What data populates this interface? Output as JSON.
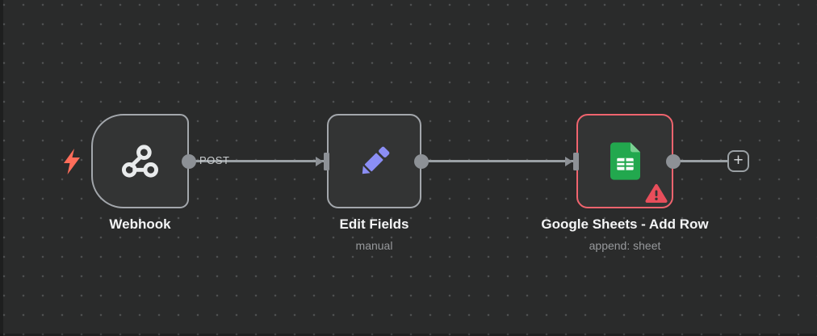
{
  "nodes": [
    {
      "title": "Webhook",
      "subtitle": "",
      "icon": "webhook-icon",
      "shape": "trigger-rounded-left",
      "has_error": false
    },
    {
      "title": "Edit Fields",
      "subtitle": "manual",
      "icon": "pencil-icon",
      "shape": "square",
      "has_error": false
    },
    {
      "title": "Google Sheets - Add Row",
      "subtitle": "append: sheet",
      "icon": "google-sheets-icon",
      "shape": "square",
      "has_error": true
    }
  ],
  "connections": [
    {
      "from": "Webhook",
      "to": "Edit Fields",
      "label": "POST"
    },
    {
      "from": "Edit Fields",
      "to": "Google Sheets - Add Row",
      "label": ""
    },
    {
      "from": "Google Sheets - Add Row",
      "to": "add-node-button",
      "label": ""
    }
  ],
  "add_button": {
    "label": "+"
  },
  "icons": {
    "trigger": "lightning-bolt-icon",
    "error": "warning-triangle-icon"
  },
  "colors": {
    "canvas_bg": "#2a2b2b",
    "dot": "#4e5051",
    "node_bg": "#333434",
    "node_border": "#a3a7ac",
    "error_border": "#f0646e",
    "warning": "#e84e5b",
    "bolt": "#ff6d5a",
    "pencil": "#8b8ef5",
    "sheets_green": "#22a84e",
    "sheets_fold": "#7bd092",
    "port": "#8d9196",
    "line": "#9aa0a4",
    "title_text": "#f4f5f6",
    "subtitle_text": "#97999c"
  }
}
